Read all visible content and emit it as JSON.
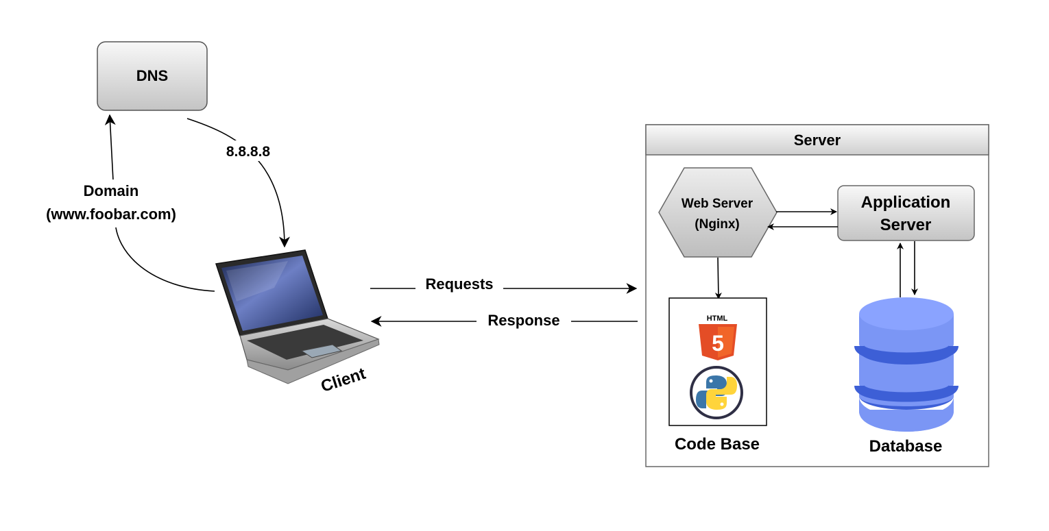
{
  "dns": {
    "label": "DNS"
  },
  "edges": {
    "dns_response": "8.8.8.8",
    "domain_query_line1": "Domain",
    "domain_query_line2": "(www.foobar.com)",
    "requests": "Requests",
    "response": "Response"
  },
  "client": {
    "label": "Client"
  },
  "server": {
    "title": "Server",
    "web_server_line1": "Web Server",
    "web_server_line2": "(Nginx)",
    "app_server_line1": "Application",
    "app_server_line2": "Server",
    "code_base_label": "Code Base",
    "html5_badge": "HTML",
    "html5_number": "5",
    "database_label": "Database"
  },
  "colors": {
    "box_gradient_top": "#f8f8f8",
    "box_gradient_bottom": "#c8c8c8",
    "database_blue": "#7b96f5",
    "database_dark": "#3d5fd6",
    "html5_orange": "#e44d26",
    "python_blue": "#3b76a8",
    "python_yellow": "#ffd43b"
  }
}
